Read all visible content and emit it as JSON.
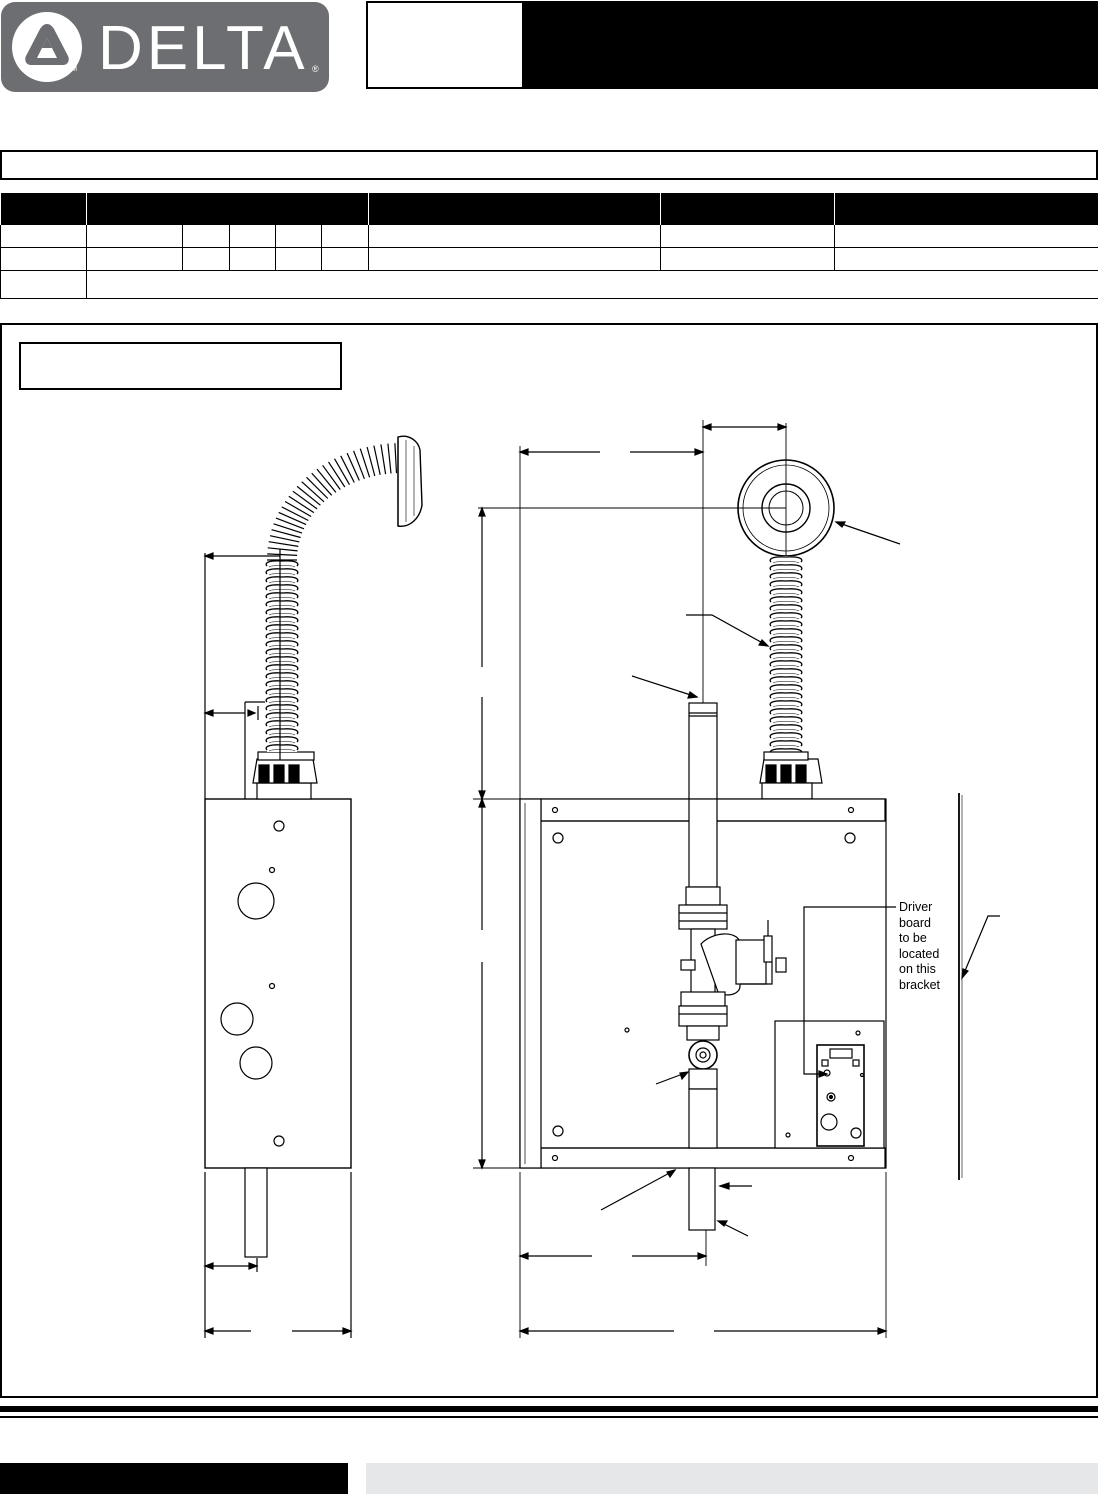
{
  "brand": {
    "name": "DELTA",
    "trademark": "TM",
    "registered": "®"
  },
  "drawing": {
    "callout_driver_board": [
      "Driver",
      "board",
      "to be",
      "located",
      "on this",
      "bracket"
    ]
  },
  "colors": {
    "logo_grey": "#6d6e71",
    "header_black": "#000000",
    "footer_grey": "#e6e7e8"
  }
}
